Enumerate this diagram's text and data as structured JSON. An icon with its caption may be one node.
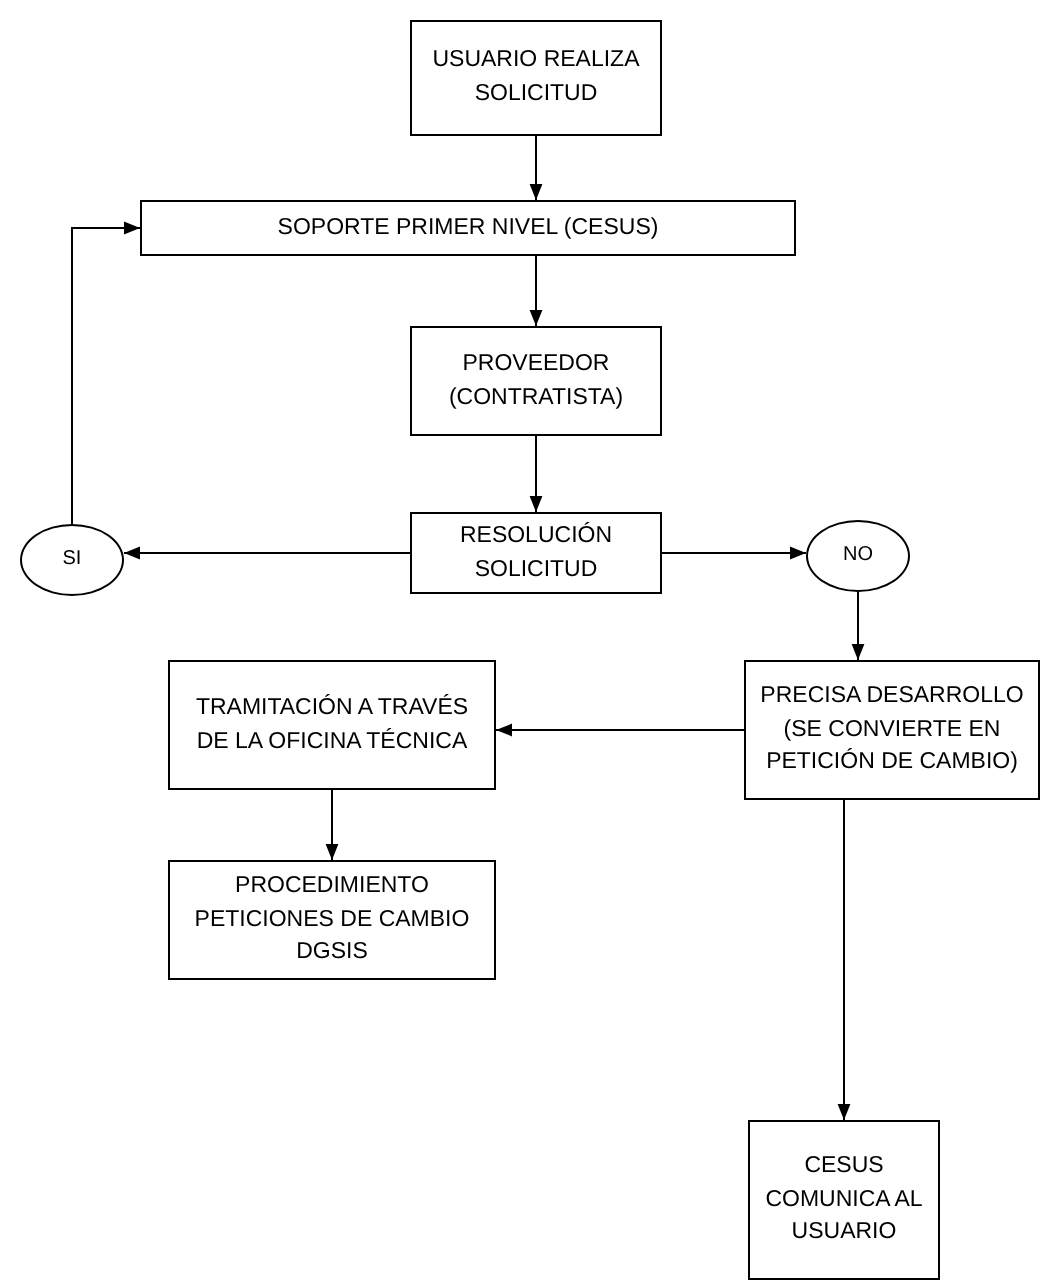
{
  "diagram": {
    "nodes": [
      {
        "text": [
          "USUARIO REALIZA SOLICITUD"
        ]
      },
      {
        "text": [
          "SOPORTE PRIMER NIVEL (CESUS)"
        ]
      },
      {
        "text": [
          "PROVEEDOR (CONTRATISTA)"
        ]
      },
      {
        "text": [
          "RESOLUCIÓN SOLICITUD"
        ]
      },
      {
        "text": [
          "SI"
        ]
      },
      {
        "text": [
          "NO"
        ]
      },
      {
        "text": [
          "PRECISA DESARROLLO (SE CONVIERTE EN PETICIÓN DE CAMBIO)"
        ]
      },
      {
        "text": [
          "TRAMITACIÓN A TRAVÉS DE LA OFICINA TÉCNICA"
        ]
      },
      {
        "text": [
          "PROCEDIMIENTO PETICIONES DE CAMBIO DGSIS"
        ]
      },
      {
        "text": [
          "CESUS COMUNICA AL USUARIO"
        ]
      }
    ],
    "edges": [
      {
        "from": 0,
        "to": 1,
        "arrow": "to"
      },
      {
        "from": 1,
        "to": 2,
        "arrow": "to"
      },
      {
        "from": 2,
        "to": 3,
        "arrow": "to"
      },
      {
        "from": 3,
        "to": 4,
        "arrow": "to"
      },
      {
        "from": 3,
        "to": 5,
        "arrow": "to"
      },
      {
        "from": 4,
        "to": 1,
        "arrow": "to"
      },
      {
        "from": 5,
        "to": 6,
        "arrow": "to"
      },
      {
        "from": 6,
        "to": 7,
        "arrow": "to"
      },
      {
        "from": 7,
        "to": 8,
        "arrow": "to"
      },
      {
        "from": 6,
        "to": 9,
        "arrow": "to"
      }
    ]
  }
}
